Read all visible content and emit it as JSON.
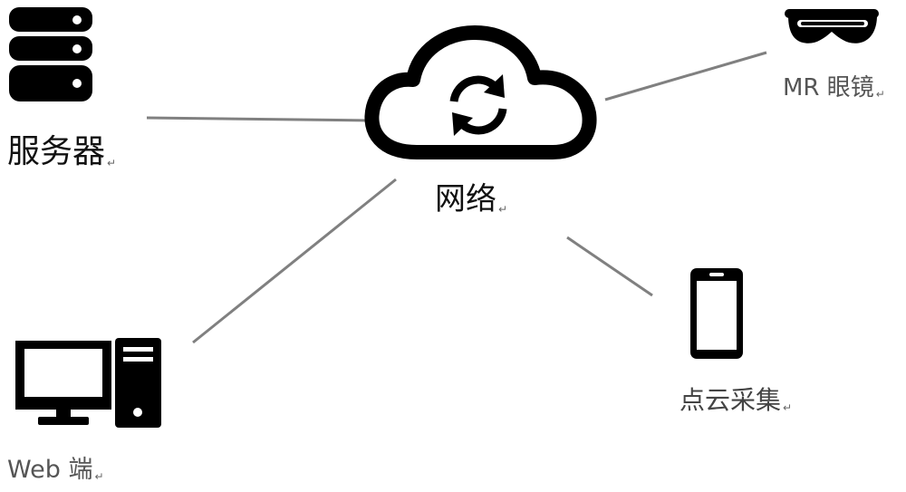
{
  "diagram": {
    "nodes": {
      "server": {
        "label": "服务器",
        "icon": "server-icon"
      },
      "network": {
        "label": "网络",
        "icon": "cloud-sync-icon"
      },
      "mr": {
        "label": "MR 眼镜",
        "icon": "mr-glasses-icon"
      },
      "phone": {
        "label": "点云采集",
        "icon": "smartphone-icon"
      },
      "web": {
        "label": "Web 端",
        "icon": "desktop-computer-icon"
      }
    },
    "paragraph_mark": "↵",
    "colors": {
      "icon": "#000000",
      "line": "#808080",
      "background": "#ffffff"
    }
  }
}
